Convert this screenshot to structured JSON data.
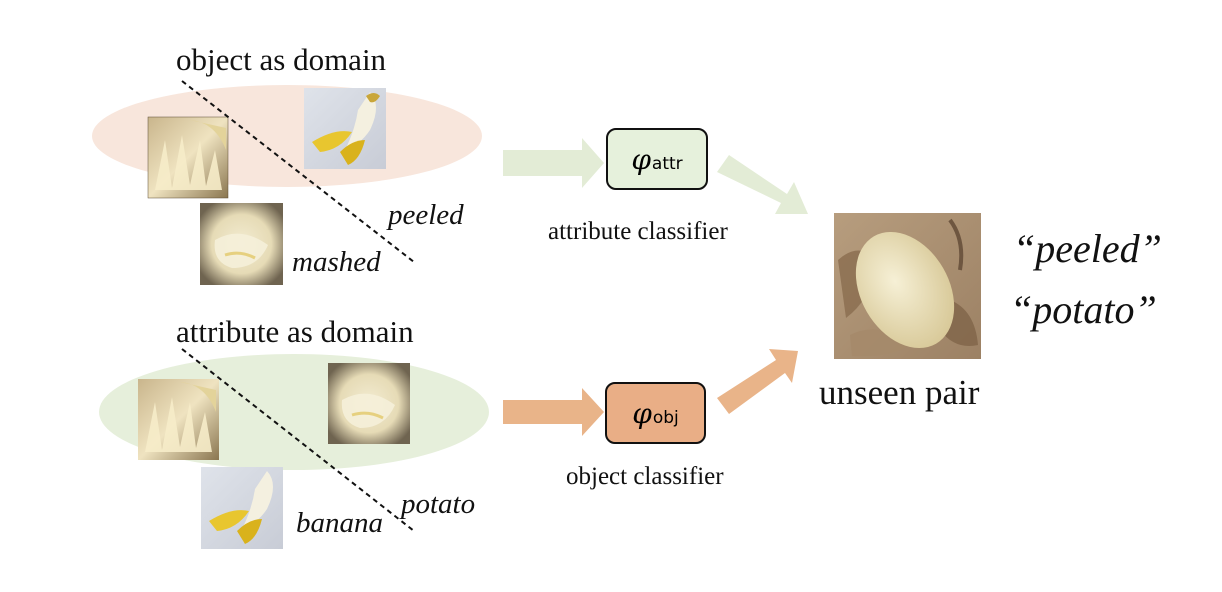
{
  "colors": {
    "attr_ellipse": "#f8e6dc",
    "obj_ellipse": "#e6efdb",
    "attr_arrow": "#e3ecd6",
    "obj_arrow": "#e9b489",
    "attr_box_fill": "#e6f1dc",
    "obj_box_fill": "#e9ae86"
  },
  "top_group": {
    "heading": "object as domain",
    "left_label": "mashed",
    "right_label": "peeled",
    "images": [
      "banana-mashed-photo",
      "banana-peeled-photo",
      "potato-mashed-photo"
    ]
  },
  "bottom_group": {
    "heading": "attribute as domain",
    "left_label": "banana",
    "right_label": "potato",
    "images": [
      "banana-mashed-photo",
      "potato-mashed-photo",
      "banana-peeled-photo"
    ]
  },
  "attribute_classifier": {
    "symbol": "φ",
    "subscript": "attr",
    "caption": "attribute classifier"
  },
  "object_classifier": {
    "symbol": "φ",
    "subscript": "obj",
    "caption": "object classifier"
  },
  "result": {
    "image": "peeled-potato-photo",
    "quote_attr": "“peeled”",
    "quote_obj": "“potato”",
    "caption": "unseen pair"
  }
}
